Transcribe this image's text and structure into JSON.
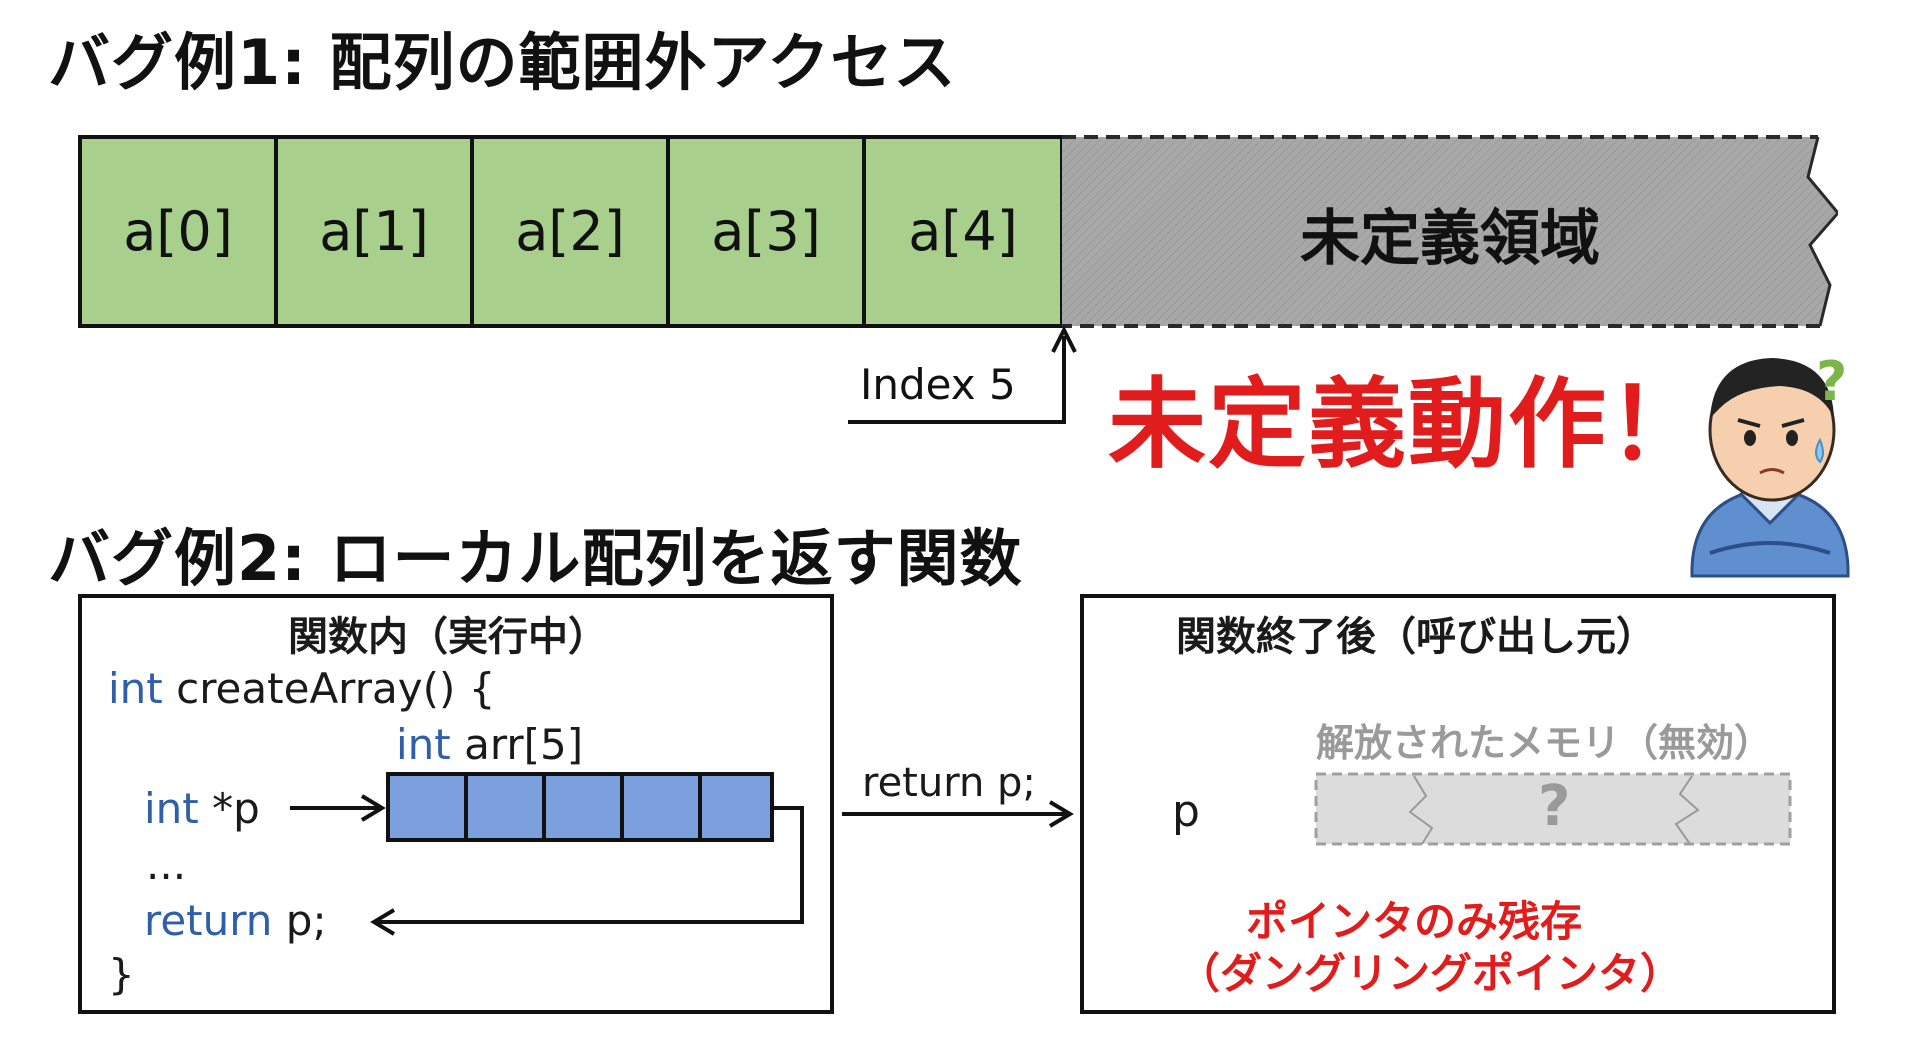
{
  "heading1": "バグ例1: 配列の範囲外アクセス",
  "array": {
    "cells": [
      "a[0]",
      "a[1]",
      "a[2]",
      "a[3]",
      "a[4]"
    ],
    "undefined_region": "未定義領域",
    "index_label": "Index 5",
    "undefined_behavior": "未定義動作！"
  },
  "heading2": "バグ例2: ローカル配列を返す関数",
  "left_panel": {
    "title": "関数内（実行中）",
    "line1_kw": "int",
    "line1_rest": "createArray() {",
    "line2_kw": "int",
    "line2_rest": "arr[5]",
    "line3_kw": "int",
    "line3_rest": "*p",
    "line4": "...",
    "line5_kw": "return",
    "line5_rest": "p;",
    "line6": "}"
  },
  "arrow_label": "return p;",
  "right_panel": {
    "title": "関数終了後（呼び出し元）",
    "freed_memory": "解放されたメモリ（無効）",
    "question": "?",
    "pointer": "p",
    "note1": "ポインタのみ残存",
    "note2": "（ダングリングポインタ）"
  },
  "colors": {
    "array_green": "#a9cf8d",
    "undefined_gray": "#a6a6a6",
    "error_red": "#e11c1c",
    "keyword_blue": "#2f5fa8",
    "box_blue": "#7c9fdd"
  },
  "icons": [
    "confused-person-icon",
    "question-mark-icon"
  ]
}
